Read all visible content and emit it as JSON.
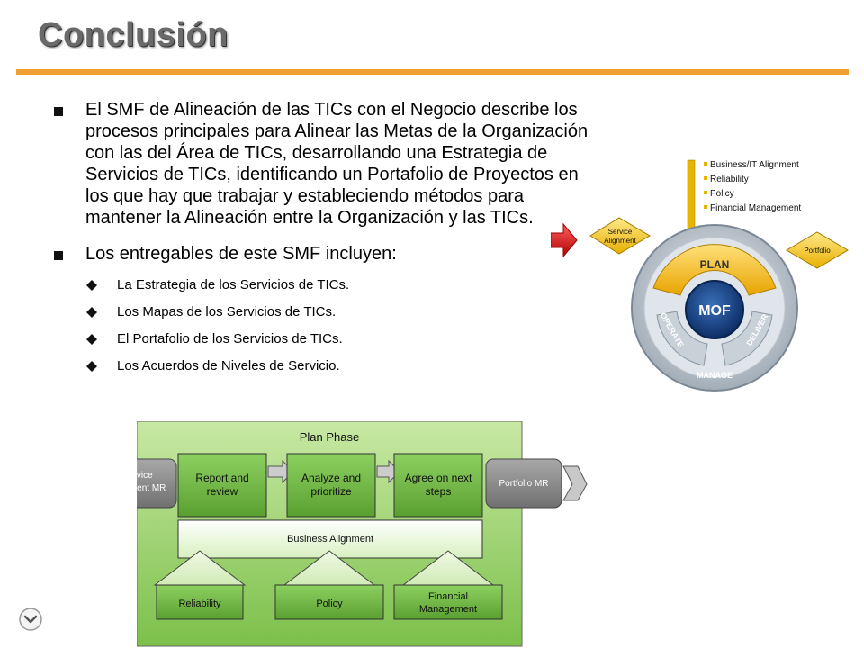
{
  "title": "Conclusión",
  "bullets": [
    "El SMF de Alineación de las TICs con el Negocio describe los procesos principales para Alinear las Metas de la Organización con las del Área de TICs, desarrollando una Estrategia de Servicios de TICs, identificando un Portafolio de Proyectos en los que hay que trabajar y estableciendo métodos para mantener la Alineación entre la Organización y las TICs.",
    "Los entregables de este SMF incluyen:"
  ],
  "sub_bullets": [
    "La Estrategia de los Servicios de TICs.",
    "Los Mapas de los Servicios de TICs.",
    "El Portafolio de los Servicios de TICs.",
    "Los Acuerdos de Niveles de Servicio."
  ],
  "plan_diagram": {
    "title": "Plan Phase",
    "input": "Service Alignment MR",
    "output": "Portfolio MR",
    "steps": [
      "Report and review",
      "Analyze and prioritize",
      "Agree on next steps"
    ],
    "alignment": "Business Alignment",
    "supports": [
      "Reliability",
      "Policy",
      "Financial Management"
    ]
  },
  "mof": {
    "list": [
      "Business/IT Alignment",
      "Reliability",
      "Policy",
      "Financial Management"
    ],
    "left_tag": "Service Alignment",
    "right_tag": "Portfolio",
    "center": "MOF",
    "plan": "PLAN",
    "operate": "OPERATE",
    "deliver": "DELIVER",
    "manage": "MANAGE"
  },
  "colors": {
    "accent": "#f0a030",
    "green": "#7cc04a",
    "gray": "#8a8a8a"
  },
  "icons": {
    "nav": "chevron-down-icon",
    "bullet": "square-bullet",
    "sub_bullet": "diamond-bullet"
  }
}
